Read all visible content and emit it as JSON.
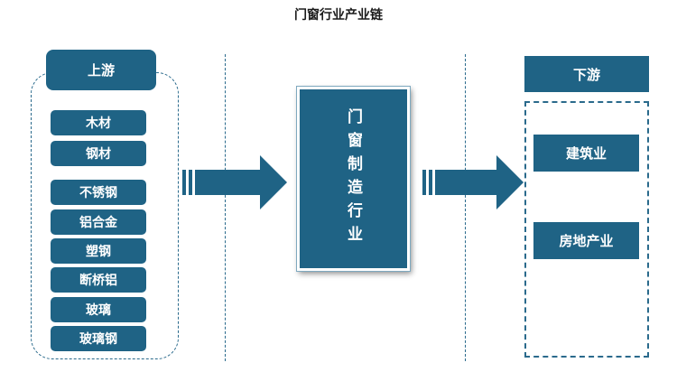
{
  "title": "门窗行业产业链",
  "upstream": {
    "header": "上游",
    "items": [
      "木材",
      "钢材",
      "不锈钢",
      "铝合金",
      "塑钢",
      "断桥铝",
      "玻璃",
      "玻璃钢"
    ]
  },
  "center": {
    "label": "门窗制造行业"
  },
  "downstream": {
    "header": "下游",
    "items": [
      "建筑业",
      "房地产业"
    ]
  },
  "colors": {
    "box": "#1f6385",
    "border": "#2a6a8c"
  }
}
